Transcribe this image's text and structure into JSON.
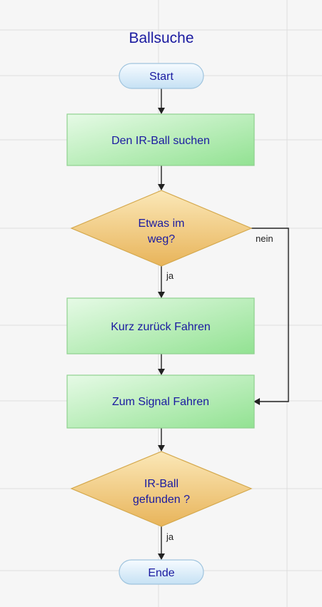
{
  "title": "Ballsuche",
  "nodes": {
    "start": "Start",
    "step1": "Den IR-Ball suchen",
    "decision1": [
      "Etwas im",
      "weg?"
    ],
    "step2": "Kurz zurück Fahren",
    "step3": "Zum Signal Fahren",
    "decision2": [
      "IR-Ball",
      "gefunden ?"
    ],
    "end": "Ende"
  },
  "edge_labels": {
    "decision1_yes": "ja",
    "decision1_no": "nein",
    "decision2_yes": "ja"
  },
  "colors": {
    "background": "#f6f6f6",
    "grid": "#dedede",
    "terminal_fill": "#d9ecf8",
    "terminal_stroke": "#9fc4de",
    "process_fill": "#a6eaa6",
    "process_stroke": "#8fd18f",
    "decision_fill": "#f0c878",
    "decision_stroke": "#d4a84c",
    "text": "#1a1aa0",
    "connector": "#222222"
  }
}
